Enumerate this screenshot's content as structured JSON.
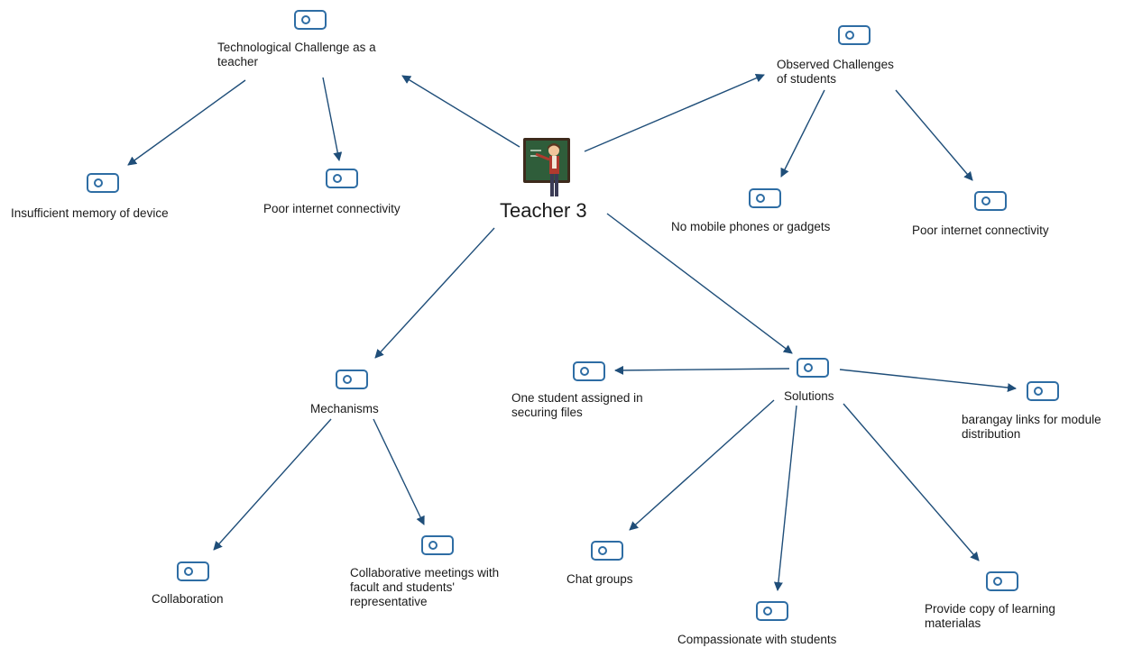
{
  "central": {
    "label": "Teacher 3",
    "icon": "teacher-icon"
  },
  "nodes": {
    "tech": {
      "label": "Technological Challenge as a\nteacher",
      "icon": "code-icon"
    },
    "memory": {
      "label": "Insufficient memory of device",
      "icon": "code-icon"
    },
    "poor_t": {
      "label": "Poor internet connectivity",
      "icon": "code-icon"
    },
    "observed": {
      "label": "Observed Challenges\nof students",
      "icon": "code-icon"
    },
    "nophones": {
      "label": "No mobile phones or gadgets",
      "icon": "code-icon"
    },
    "poor_s": {
      "label": "Poor internet connectivity",
      "icon": "code-icon"
    },
    "mechanisms": {
      "label": "Mechanisms",
      "icon": "code-icon"
    },
    "collab": {
      "label": "Collaboration",
      "icon": "code-icon"
    },
    "meetings": {
      "label": "Collaborative meetings with\nfacult and students'\nrepresentative",
      "icon": "code-icon"
    },
    "solutions": {
      "label": "Solutions",
      "icon": "code-icon"
    },
    "onestudent": {
      "label": "One student assigned in\nsecuring files",
      "icon": "code-icon"
    },
    "barangay": {
      "label": "barangay links for module\ndistribution",
      "icon": "code-icon"
    },
    "chat": {
      "label": "Chat groups",
      "icon": "code-icon"
    },
    "compassion": {
      "label": "Compassionate with students",
      "icon": "code-icon"
    },
    "provide": {
      "label": "Provide copy of learning\nmaterialas",
      "icon": "code-icon"
    }
  },
  "colors": {
    "edge": "#1f4e79",
    "icon_stroke": "#2e6da4",
    "board": "#2f5d3a"
  }
}
